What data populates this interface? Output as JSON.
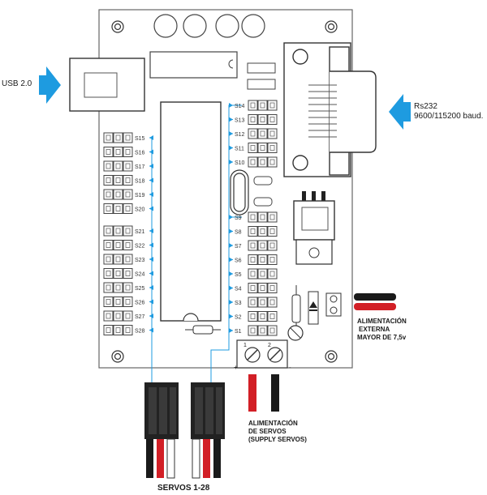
{
  "labels": {
    "usb": "USB 2.0",
    "rs232_title": "Rs232",
    "rs232_baud": "9600/115200 baud.",
    "power_ext_1": "ALIMENTACIÓN",
    "power_ext_2": "EXTERNA",
    "power_ext_3": "MAYOR DE 7,5v",
    "servo_power_1": "ALIMENTACIÓN",
    "servo_power_2": "DE SERVOS",
    "servo_power_3": "(SUPPLY SERVOS)",
    "servos": "SERVOS 1-28",
    "terminal_plus": "+",
    "terminal_minus": "-",
    "terminal_1": "1",
    "terminal_2": "2"
  },
  "servo_labels_left": [
    "S15",
    "S16",
    "S17",
    "S18",
    "S19",
    "S20",
    "S21",
    "S22",
    "S23",
    "S24",
    "S25",
    "S26",
    "S27",
    "S28"
  ],
  "servo_labels_right_top": [
    "S14",
    "S13",
    "S12",
    "S11",
    "S10"
  ],
  "servo_labels_right_bottom": [
    "S9",
    "S8",
    "S7",
    "S6",
    "S5",
    "S4",
    "S3",
    "S2",
    "S1"
  ],
  "colors": {
    "arrow_blue": "#1e9be0",
    "board_line": "#555555",
    "wire_red": "#d21f26",
    "wire_black": "#1a1a1a",
    "connector_black": "#222222"
  }
}
